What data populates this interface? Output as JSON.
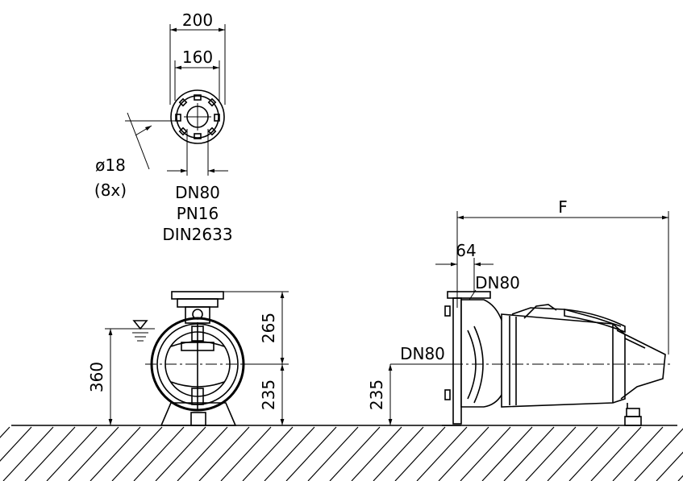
{
  "flange_view": {
    "outer_diameter": "200",
    "bolt_circle": "160",
    "hole_diameter": "ø18",
    "hole_count": "(8x)",
    "nominal_size": "DN80",
    "pressure": "PN16",
    "standard": "DIN2633"
  },
  "front_view": {
    "water_level_height": "360",
    "upper_height": "265",
    "lower_height": "235"
  },
  "side_view": {
    "length_label": "F",
    "outlet_offset": "64",
    "outlet_size": "DN80",
    "inlet_size": "DN80",
    "axis_height": "235"
  },
  "colors": {
    "line": "#000000",
    "background": "#ffffff"
  }
}
